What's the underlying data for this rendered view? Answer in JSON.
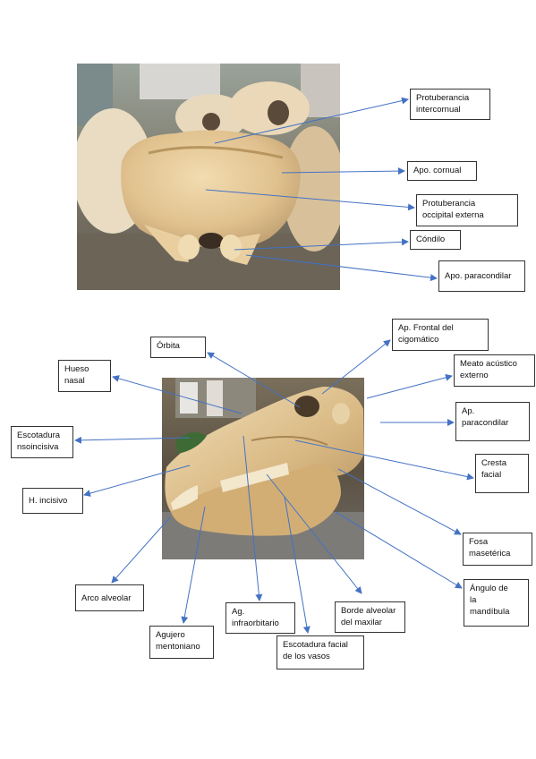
{
  "colors": {
    "arrow": "#4472c4",
    "border": "#333333"
  },
  "labels": {
    "protuberancia_intercornual": "Protuberancia\nintercornual",
    "apo_cornual": "Apo. cornual",
    "protuberancia_occipital": "Protuberancia\noccipital externa",
    "condilo": "Cóndilo",
    "apo_paracondilar": "Apo. paracondilar",
    "orbita": "Órbita",
    "ap_frontal_cigomatico": "Ap. Frontal del\ncigomático",
    "hueso_nasal": "Hueso\nnasal",
    "meato_acustico": "Meato acústico\nexterno",
    "escotadura_nasoincisiva": "Escotadura\nnsoincisiva",
    "ap_paracondilar": "Ap.\nparacondilar",
    "cresta_facial": "Cresta\nfacial",
    "h_incisivo": "H. incisivo",
    "fosa_maseterica": "Fosa\nmasetérica",
    "angulo_mandibula": "Ángulo de\nla\nmandíbula",
    "arco_alveolar": "Arco alveolar",
    "ag_infraorbitario": "Ag.\ninfraorbitario",
    "borde_alveolar": "Borde alveolar\ndel maxilar",
    "agujero_mentoniano": "Agujero\nmentoniano",
    "escotadura_facial": "Escotadura facial\nde los vasos"
  }
}
